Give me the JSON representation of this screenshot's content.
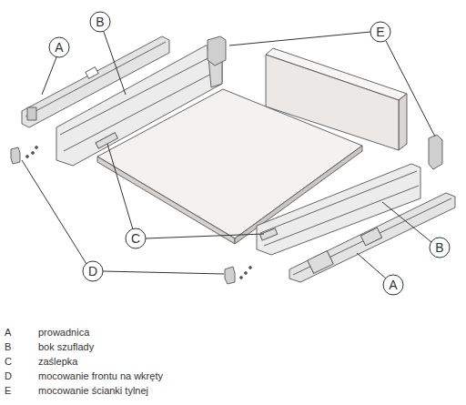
{
  "diagram": {
    "labels": [
      "A",
      "B",
      "E",
      "C",
      "D",
      "B",
      "A",
      "A",
      "prowadnica",
      "B",
      "bok szuflady",
      "C",
      "zaślepka",
      "D",
      "mocowanie frontu na wkręty",
      "E",
      "mocowanie ścianki tylnej"
    ]
  }
}
